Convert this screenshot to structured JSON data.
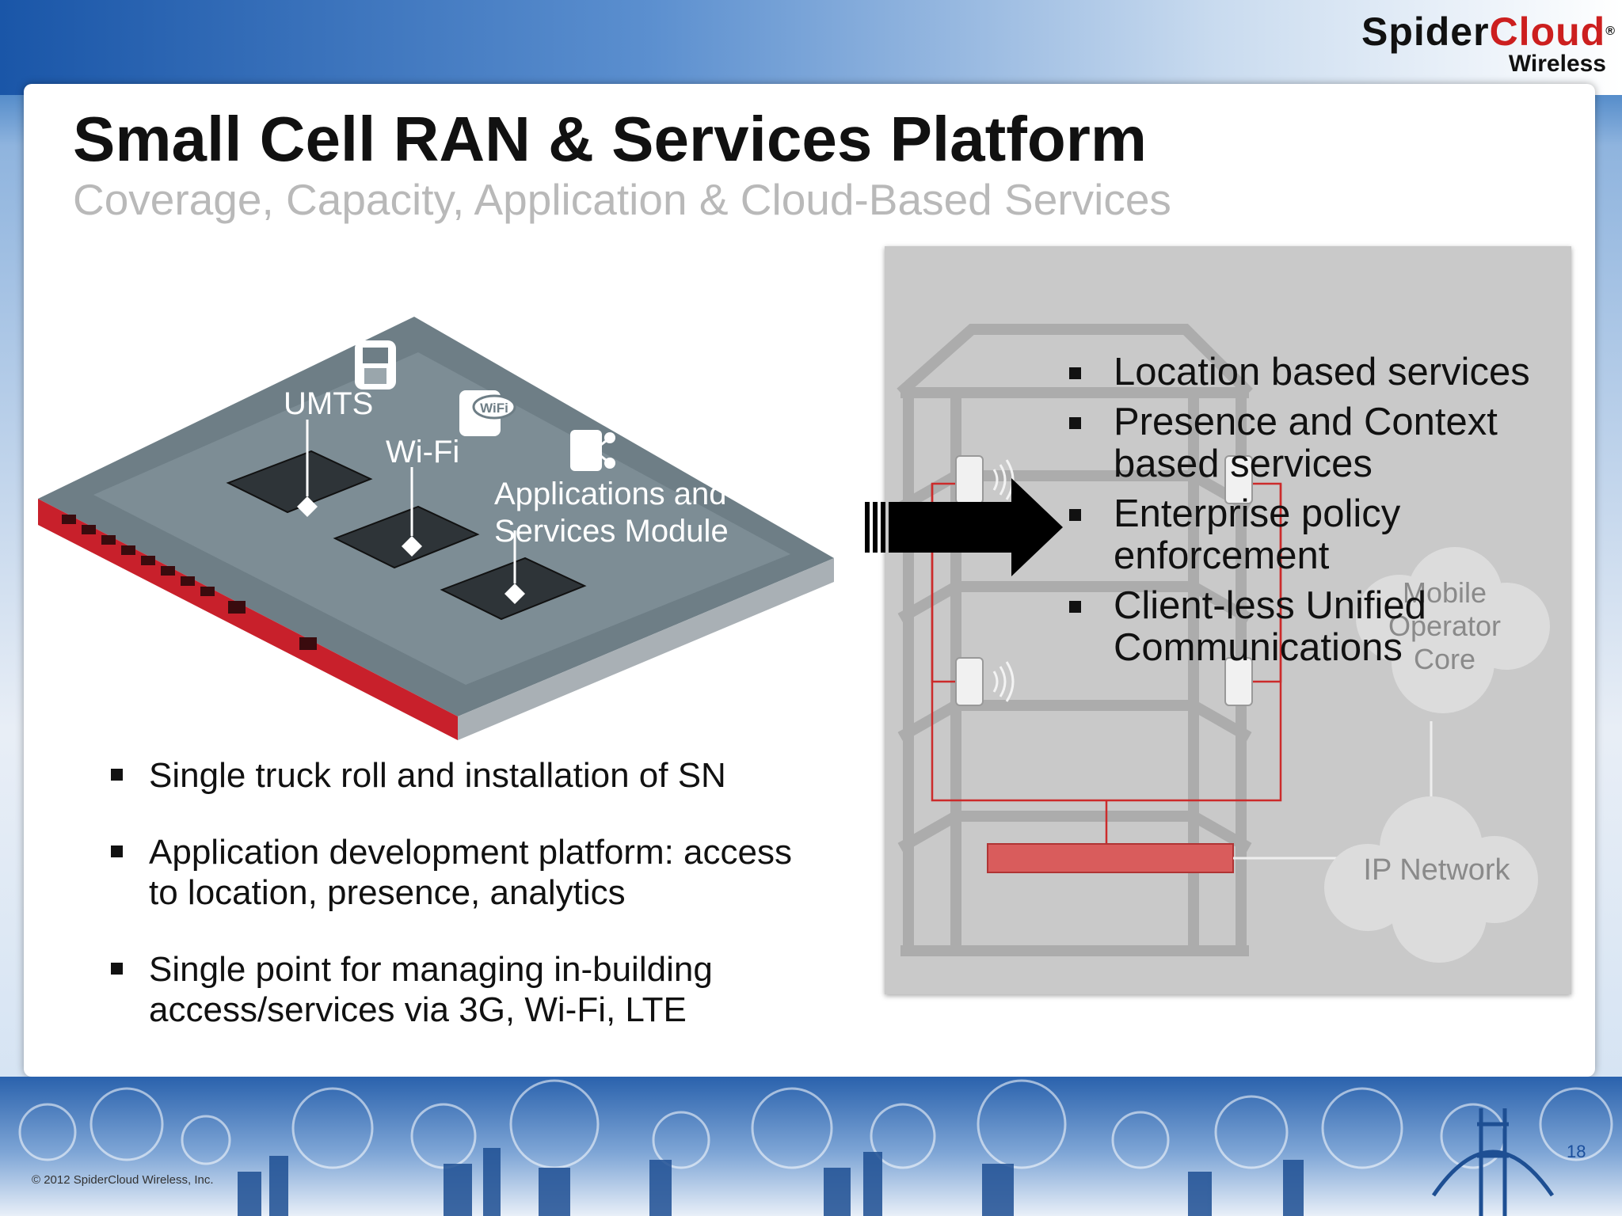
{
  "logo": {
    "main_a": "Spider",
    "main_b": "Cloud",
    "reg": "®",
    "sub": "Wireless"
  },
  "slide": {
    "title": "Small Cell RAN & Services Platform",
    "subtitle": "Coverage, Capacity, Application & Cloud-Based Services"
  },
  "device_labels": {
    "umts": "UMTS",
    "wifi": "Wi-Fi",
    "apps_line1": "Applications and",
    "apps_line2": "Services Module",
    "wifi_icon_text": "WiFi"
  },
  "right_bullets": [
    {
      "line1": "Location based services",
      "line2": ""
    },
    {
      "line1": "Presence and Context",
      "line2": "based services"
    },
    {
      "line1": "Enterprise policy",
      "line2": "enforcement"
    },
    {
      "line1": "Client-less Unified",
      "line2": "Communications"
    }
  ],
  "diagram_labels": {
    "cloud1_l1": "Mobile",
    "cloud1_l2": "Operator",
    "cloud1_l3": "Core",
    "cloud2": "IP Network"
  },
  "left_bullets": [
    {
      "line1": "Single truck roll and installation of SN",
      "line2": ""
    },
    {
      "line1": "Application development platform: access",
      "line2": "to location, presence, analytics"
    },
    {
      "line1": "Single point for managing in-building",
      "line2": "access/services via 3G, Wi-Fi, LTE"
    }
  ],
  "footer": {
    "copyright": "© 2012 SpiderCloud Wireless, Inc.",
    "page": "18"
  },
  "colors": {
    "brand_red": "#cc1f1f",
    "brand_blue": "#1b4f9c"
  }
}
